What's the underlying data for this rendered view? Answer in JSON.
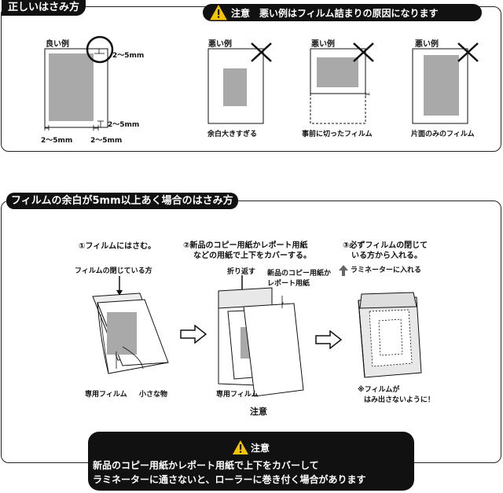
{
  "section1": {
    "title": "正しいはさみ方",
    "warning": "注意　悪い例はフィルム詰まりの原因になります",
    "good": {
      "label": "良い例",
      "margin_top": "2～5mm",
      "margin_right": "2～5mm",
      "margin_bottom_left": "2～5mm",
      "margin_bottom_right": "2～5mm"
    },
    "bad": [
      {
        "label": "悪い例",
        "caption": "余白大きすぎる"
      },
      {
        "label": "悪い例",
        "caption": "事前に切ったフィルム"
      },
      {
        "label": "悪い例",
        "caption": "片面のみのフィルム"
      }
    ]
  },
  "section2": {
    "title": "フィルムの余白が5mm以上あく場合のはさみ方",
    "steps": [
      {
        "line1": "①フィルムにはさむ。",
        "line2": ""
      },
      {
        "line1": "②新品のコピー用紙かレポート用紙",
        "line2": "などの用紙で上下をカバーする。"
      },
      {
        "line1": "③必ずフィルムの閉じて",
        "line2": "いる方から入れる。"
      }
    ],
    "labels": {
      "film_closed_side": "フィルムの閉じている方",
      "folded": "折り返す",
      "copy_paper_1": "新品のコピー用紙か",
      "copy_paper_2": "レポート用紙",
      "insert_laminator": "ラミネーターに入れる",
      "special_film": "専用フィルム",
      "small_item": "小さな物",
      "special_film_2": "専用フィルム",
      "note_1": "※フィルムが",
      "note_2": "はみ出さないように！",
      "cut_text": "注意"
    }
  },
  "notice": {
    "title": "注意",
    "line1": "新品のコピー用紙かレポート用紙で上下をカバーして",
    "line2": "ラミネーターに通さないと、ローラーに巻き付く場合があります"
  }
}
